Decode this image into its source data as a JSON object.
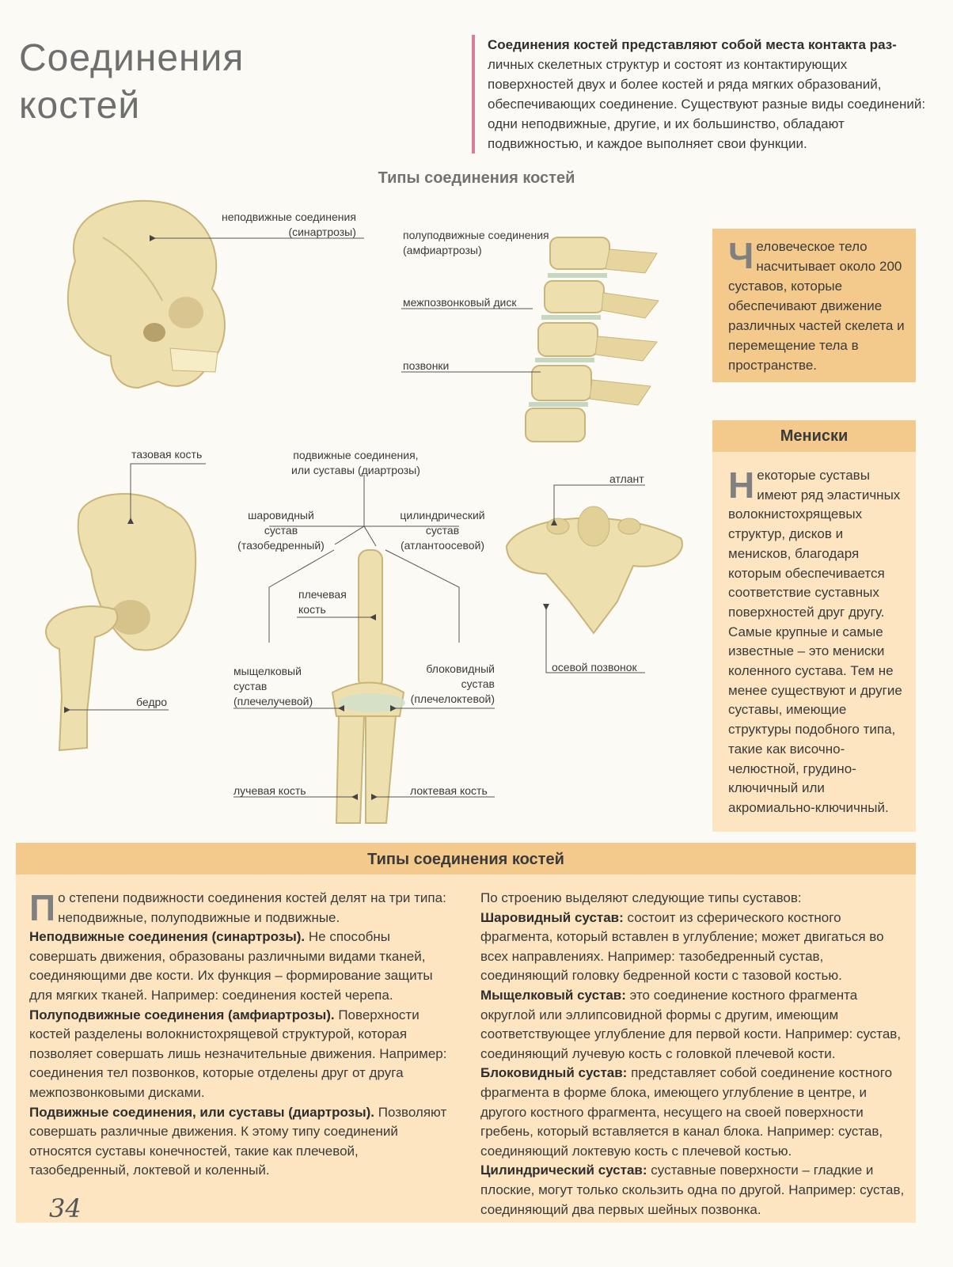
{
  "title": {
    "line1": "Соединения",
    "line2": "костей"
  },
  "intro": {
    "bold": "Соединения костей представляют собой места контакта раз-",
    "rest": "личных скелетных структур и состоят из контактирующих поверхностей двух и более костей и ряда мягких образований, обеспечивающих соединение. Существуют разные виды соединений: одни неподвижные, другие, и их большинство, обладают подвижностью, и каждое выполняет свои функции."
  },
  "diagram": {
    "heading": "Типы соединения костей",
    "labels": {
      "sinarthrosis_1": "неподвижные соединения",
      "sinarthrosis_2": "(синартрозы)",
      "amphi_1": "полуподвижные соединения",
      "amphi_2": "(амфиартрозы)",
      "disc": "межпозвонковый диск",
      "vertebrae": "позвонки",
      "pelvis": "тазовая кость",
      "femur": "бедро",
      "diarthrosis_1": "подвижные соединения,",
      "diarthrosis_2": "или суставы (диартрозы)",
      "ball_1": "шаровидный",
      "ball_2": "сустав",
      "ball_3": "(тазобедренный)",
      "cyl_1": "цилиндрический",
      "cyl_2": "сустав",
      "cyl_3": "(атлантоосевой)",
      "humerus_1": "плечевая",
      "humerus_2": "кость",
      "condyl_1": "мыщелковый",
      "condyl_2": "сустав",
      "condyl_3": "(плечелучевой)",
      "hinge_1": "блоковидный",
      "hinge_2": "сустав",
      "hinge_3": "(плечелоктевой)",
      "radius": "лучевая кость",
      "ulna": "локтевая кость",
      "atlas": "атлант",
      "axis": "осевой позвонок"
    }
  },
  "fact_box": {
    "dropcap": "Ч",
    "text": "еловеческое тело насчитывает около 200 суставов, которые обеспечивают движение различных частей скелета и перемещение тела в пространстве."
  },
  "menisci_box": {
    "heading": "Мениски",
    "dropcap": "Н",
    "text": "екоторые суставы имеют ряд эластичных волокнистохрящевых структур, дисков и менисков, благодаря которым обеспечивается соответствие суставных поверхностей друг другу. Самые крупные и самые известные – это мениски коленного сустава. Тем не менее существуют и другие суставы, имеющие структуры подобного типа, такие как височно-челюстной, грудино-ключичный или акромиально-ключичный."
  },
  "bottom": {
    "heading": "Типы соединения костей",
    "left": {
      "dropcap": "П",
      "p1": "о степени подвижности соединения костей делят на три типа: неподвижные, полуподвижные и подвижные.",
      "t1": "Неподвижные соединения (синартрозы).",
      "p2": " Не способны совершать движения, образованы различными видами тканей, соединяющими две кости. Их функция – формирование защиты для мягких тканей. Например: соединения костей черепа.",
      "t2": "Полуподвижные соединения (амфиартрозы).",
      "p3": " Поверхности костей разделены волокнистохрящевой структурой, которая позволяет совершать лишь незначительные движения. Например: соединения тел позвонков, которые отделены друг от друга межпозвонковыми дисками.",
      "t3": "Подвижные соединения, или суставы (диартрозы).",
      "p4": " Позволяют совершать различные движения. К этому типу соединений относятся суставы конечностей, такие как плечевой, тазобедренный, локтевой и коленный."
    },
    "right": {
      "intro": "По строению выделяют следующие типы суставов:",
      "t1": "Шаровидный сустав:",
      "p1": " состоит из сферического костного фрагмента, который вставлен в углубление; может двигаться во всех направлениях. Например: тазобедренный сустав, соединяющий головку бедренной кости с тазовой костью.",
      "t2": "Мыщелковый сустав:",
      "p2": " это соединение костного фрагмента округлой или эллипсовидной формы с другим, имеющим соответствующее углубление для первой кости. Например: сустав, соединяющий лучевую кость с головкой плечевой кости.",
      "t3": "Блоковидный сустав:",
      "p3": " представляет собой соединение костного фрагмента в форме блока, имеющего углубление в центре, и другого костного фрагмента, несущего на своей поверхности гребень, который вставляется в канал блока. Например: сустав, соединяющий локтевую кость с плечевой костью.",
      "t4": "Цилиндрический сустав:",
      "p4": " суставные поверхности – гладкие и плоские, могут только скользить одна по другой. Например: сустав, соединяющий два первых шейных позвонка."
    }
  },
  "page_number": "34",
  "colors": {
    "bone": "#eedfae",
    "box_dark": "#f4c98c",
    "box_light": "#fce5c0",
    "accent_bar": "#d77ea0"
  }
}
